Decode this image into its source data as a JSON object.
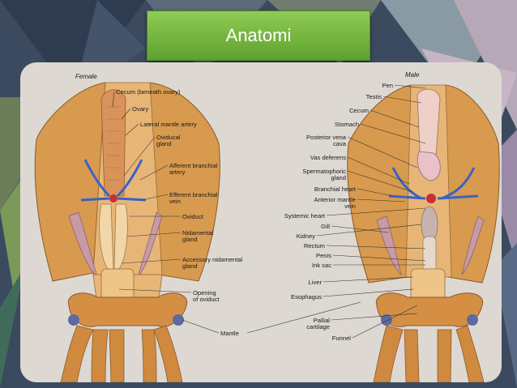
{
  "slide": {
    "title": "Anatomi"
  },
  "figure": {
    "female": {
      "heading": "Female",
      "labels": [
        [
          "Cecum (beneath ovary)"
        ],
        [
          "Ovary"
        ],
        [
          "Lateral mantle artery"
        ],
        [
          "Oviducal",
          "gland"
        ],
        [
          "Afferent branchial",
          "artery"
        ],
        [
          "Efferent branchial",
          "vein"
        ],
        [
          "Oviduct"
        ],
        [
          "Nidamental",
          "gland"
        ],
        [
          "Accessory nidamental",
          "gland"
        ],
        [
          "Opening",
          "of oviduct"
        ]
      ]
    },
    "mantle_label": "Mantle",
    "male": {
      "heading": "Male",
      "labels": [
        [
          "Pen"
        ],
        [
          "Testis"
        ],
        [
          "Cecum"
        ],
        [
          "Stomach"
        ],
        [
          "Posterior vena",
          "cava"
        ],
        [
          "Vas deferens"
        ],
        [
          "Spermatophoric",
          "gland"
        ],
        [
          "Branchial heart"
        ],
        [
          "Anterior mantle",
          "vein"
        ],
        [
          "Systemic heart"
        ],
        [
          "Gill"
        ],
        [
          "Kidney"
        ],
        [
          "Rectum"
        ],
        [
          "Penis"
        ],
        [
          "Ink sac"
        ],
        [
          "Liver"
        ],
        [
          "Esophagus"
        ],
        [
          "Pallial",
          "cartilage"
        ],
        [
          "Funnel"
        ]
      ]
    }
  }
}
